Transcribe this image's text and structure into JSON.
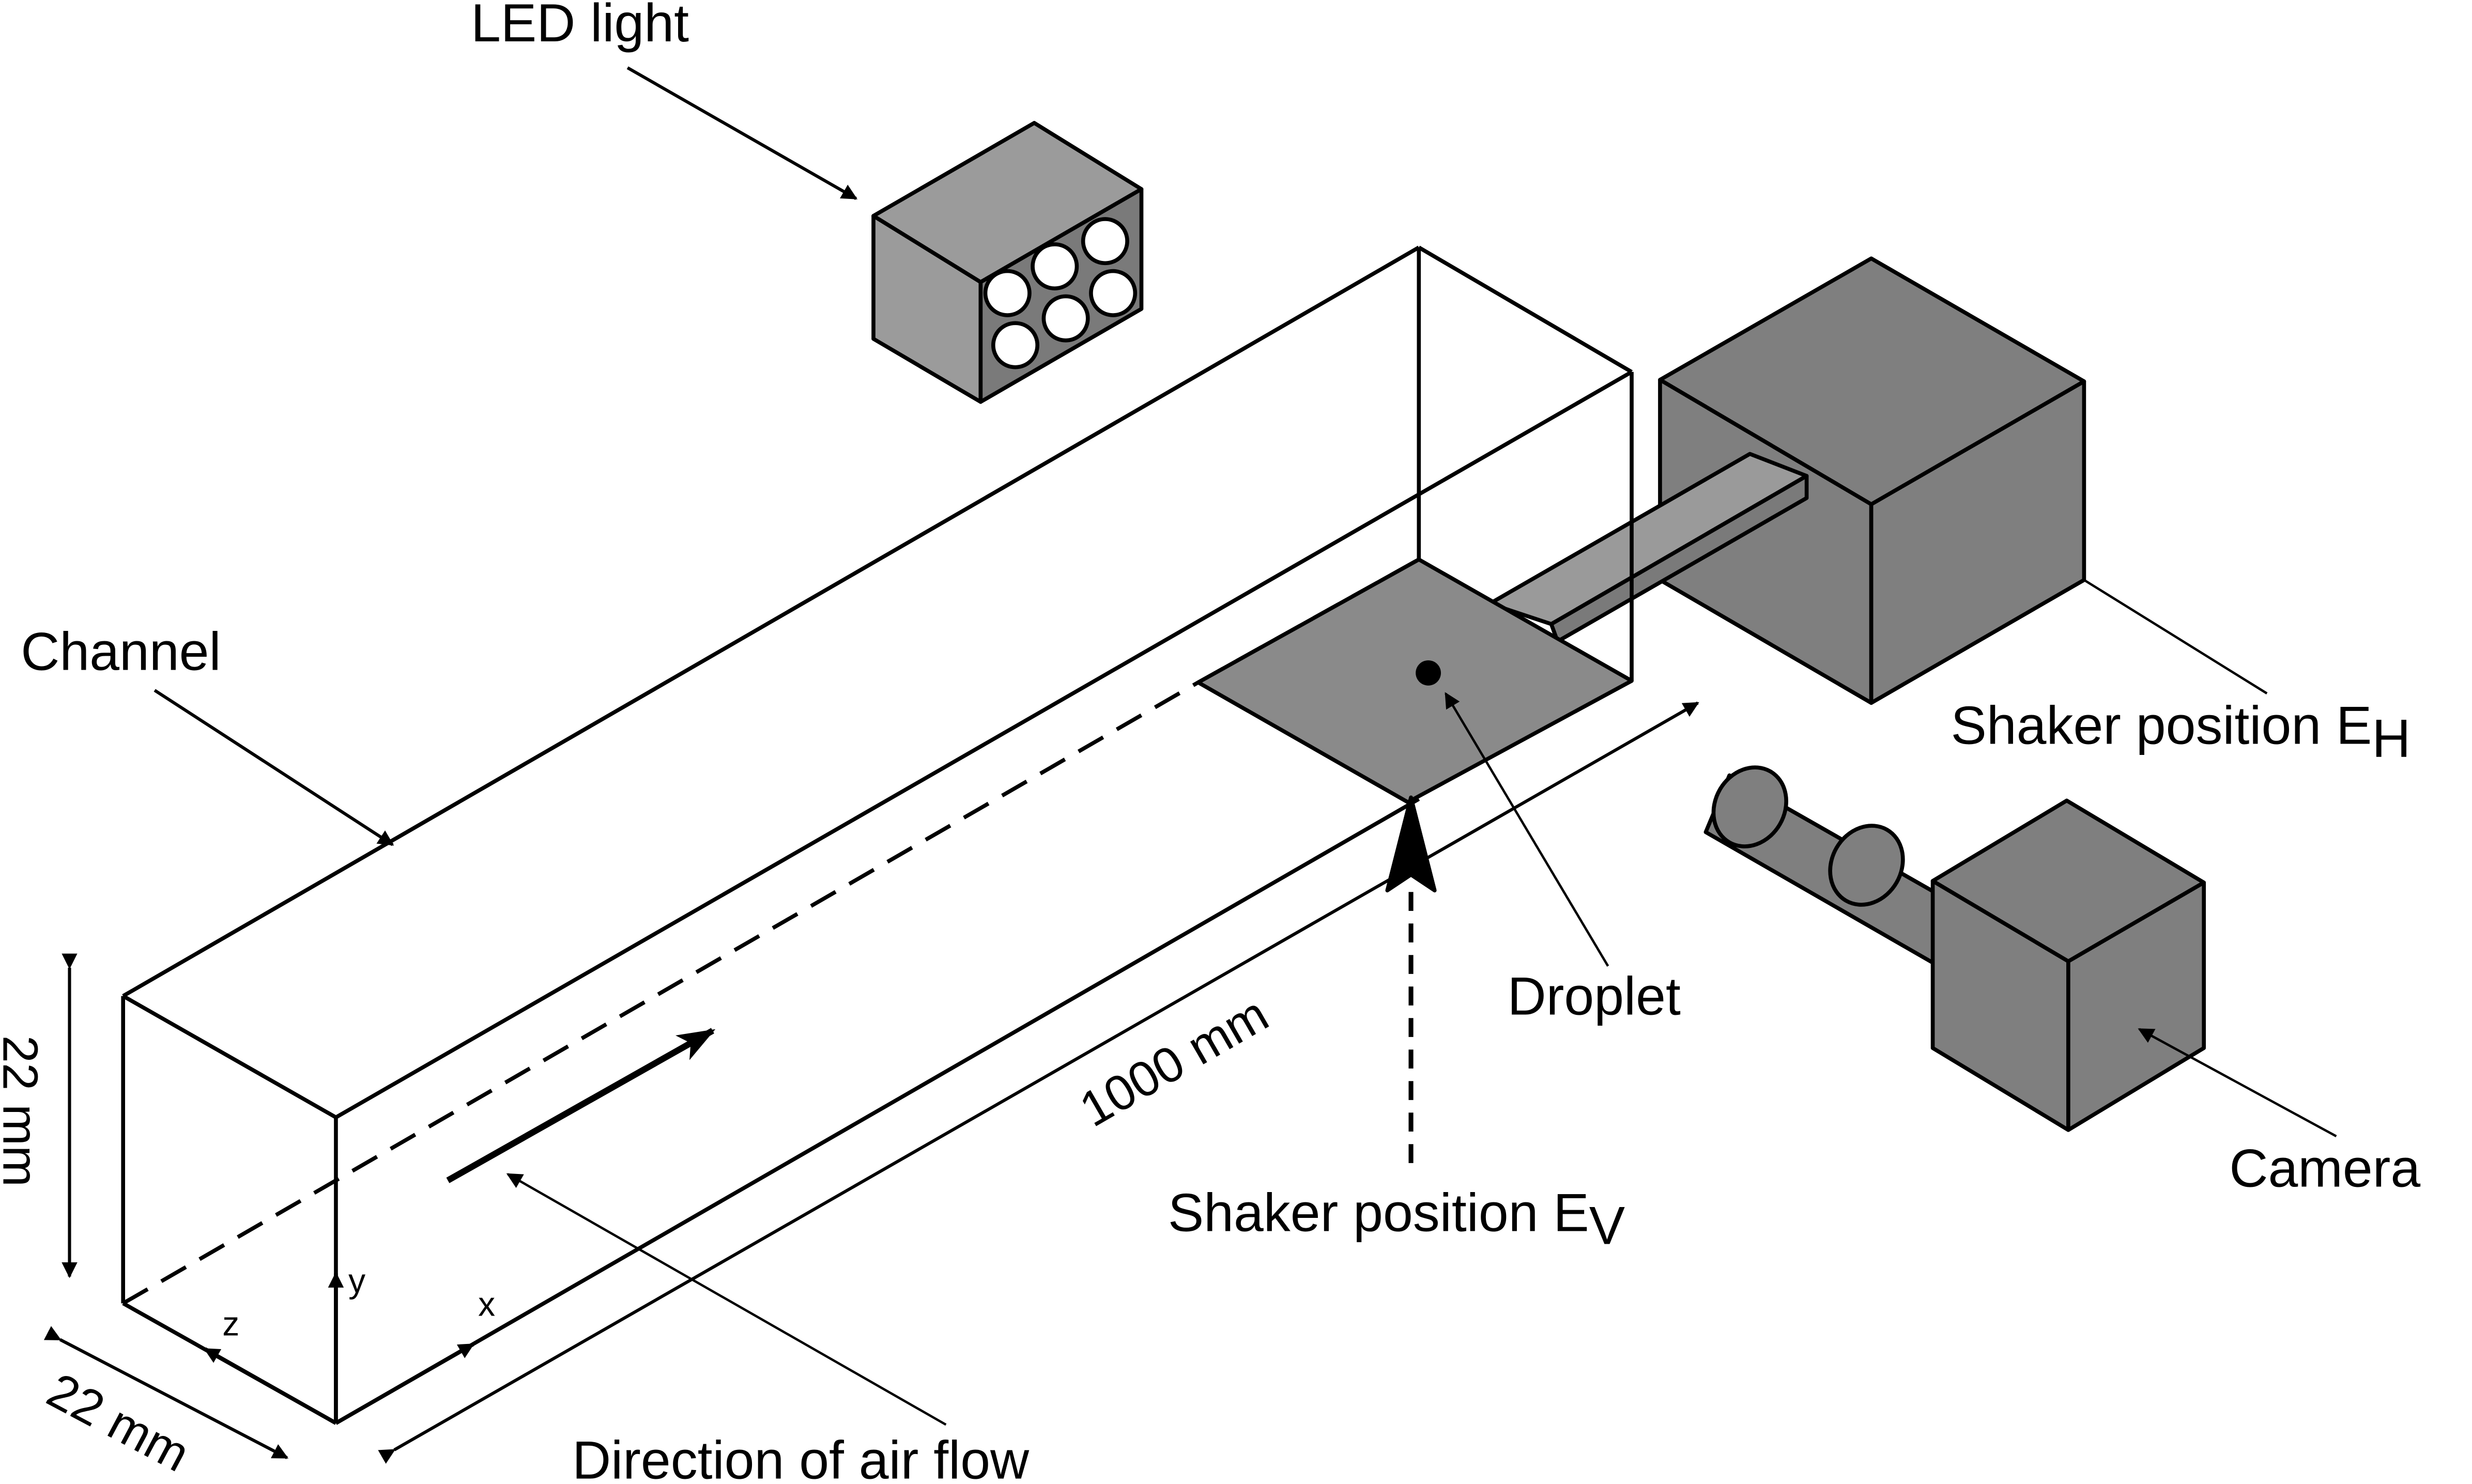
{
  "labels": {
    "led_light": "LED light",
    "channel": "Channel",
    "shaker_h_main": "Shaker position E",
    "shaker_h_sub": "H",
    "shaker_v_main": "Shaker position E",
    "shaker_v_sub": "V",
    "droplet": "Droplet",
    "camera": "Camera",
    "air_flow": "Direction of air flow"
  },
  "dimensions": {
    "height": "22 mm",
    "width": "22 mm",
    "length": "1000 mm"
  },
  "axes": {
    "x": "x",
    "y": "y",
    "z": "z"
  },
  "colors": {
    "shaker_box": "#7f7f7f",
    "led_box": "#9b9b9b",
    "plate": "#8a8a8a",
    "rod": "#9a9a9a",
    "outline": "#000000"
  }
}
